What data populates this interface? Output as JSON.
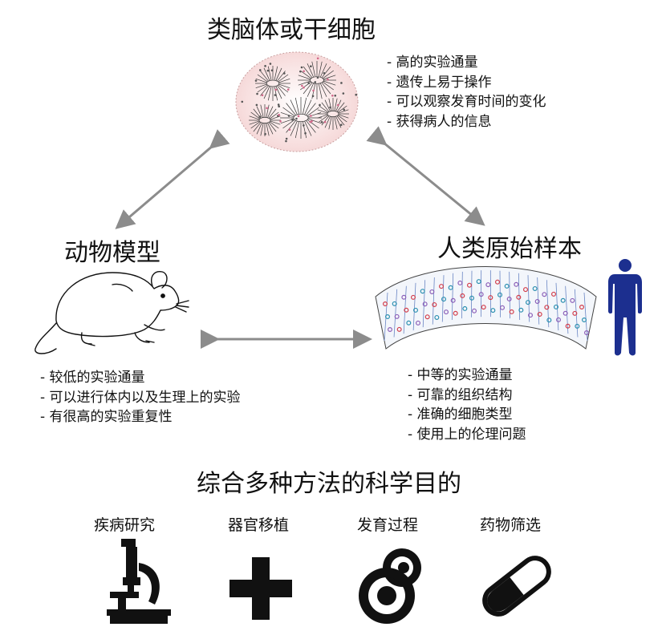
{
  "organoid": {
    "title": "类脑体或干细胞",
    "points": [
      "高的实验通量",
      "遗传上易于操作",
      "可以观察发育时间的变化",
      "获得病人的信息"
    ]
  },
  "animal": {
    "title": "动物模型",
    "points": [
      "较低的实验通量",
      "可以进行体内以及生理上的实验",
      "有很高的实验重复性"
    ]
  },
  "human": {
    "title": "人类原始样本",
    "points": [
      "中等的实验通量",
      "可靠的组织结构",
      "准确的细胞类型",
      "使用上的伦理问题"
    ]
  },
  "purpose": {
    "title": "综合多种方法的科学目的",
    "items": [
      {
        "label": "疾病研究",
        "icon": "microscope-icon"
      },
      {
        "label": "器官移植",
        "icon": "plus-icon"
      },
      {
        "label": "发育过程",
        "icon": "cell-division-icon"
      },
      {
        "label": "药物筛选",
        "icon": "pill-capsule-icon"
      }
    ]
  },
  "colors": {
    "arrow": "#8c8c8c",
    "human_silhouette": "#1c2f8f",
    "icon": "#111111"
  }
}
